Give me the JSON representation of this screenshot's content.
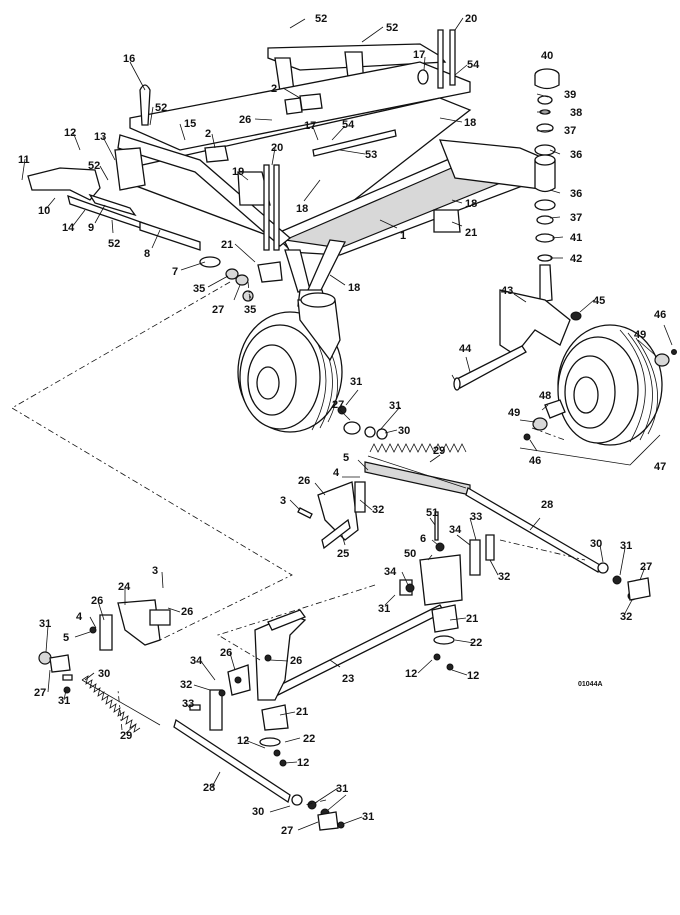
{
  "drawing_code": "01044A",
  "callouts": [
    {
      "id": "c52a",
      "text": "52"
    },
    {
      "id": "c20a",
      "text": "20"
    },
    {
      "id": "c52b",
      "text": "52"
    },
    {
      "id": "c17a",
      "text": "17"
    },
    {
      "id": "c54a",
      "text": "54"
    },
    {
      "id": "c40",
      "text": "40"
    },
    {
      "id": "c16",
      "text": "16"
    },
    {
      "id": "c2a",
      "text": "2"
    },
    {
      "id": "c39",
      "text": "39"
    },
    {
      "id": "c38",
      "text": "38"
    },
    {
      "id": "c52c",
      "text": "52"
    },
    {
      "id": "c15",
      "text": "15"
    },
    {
      "id": "c18a",
      "text": "18"
    },
    {
      "id": "c37a",
      "text": "37"
    },
    {
      "id": "c12a",
      "text": "12"
    },
    {
      "id": "c13",
      "text": "13"
    },
    {
      "id": "c2b",
      "text": "2"
    },
    {
      "id": "c26a",
      "text": "26"
    },
    {
      "id": "c17b",
      "text": "17"
    },
    {
      "id": "c54b",
      "text": "54"
    },
    {
      "id": "c20b",
      "text": "20"
    },
    {
      "id": "c53",
      "text": "53"
    },
    {
      "id": "c36a",
      "text": "36"
    },
    {
      "id": "c11",
      "text": "11"
    },
    {
      "id": "c52d",
      "text": "52"
    },
    {
      "id": "c19",
      "text": "19"
    },
    {
      "id": "c18b",
      "text": "18"
    },
    {
      "id": "c18c",
      "text": "18"
    },
    {
      "id": "c36b",
      "text": "36"
    },
    {
      "id": "c10",
      "text": "10"
    },
    {
      "id": "c1",
      "text": "1"
    },
    {
      "id": "c37b",
      "text": "37"
    },
    {
      "id": "c14",
      "text": "14"
    },
    {
      "id": "c9",
      "text": "9"
    },
    {
      "id": "c21a",
      "text": "21"
    },
    {
      "id": "c41",
      "text": "41"
    },
    {
      "id": "c52e",
      "text": "52"
    },
    {
      "id": "c8",
      "text": "8"
    },
    {
      "id": "c21b",
      "text": "21"
    },
    {
      "id": "c42",
      "text": "42"
    },
    {
      "id": "c7",
      "text": "7"
    },
    {
      "id": "c18d",
      "text": "18"
    },
    {
      "id": "c35a",
      "text": "35"
    },
    {
      "id": "c43",
      "text": "43"
    },
    {
      "id": "c45",
      "text": "45"
    },
    {
      "id": "c27a",
      "text": "27"
    },
    {
      "id": "c35b",
      "text": "35"
    },
    {
      "id": "c46a",
      "text": "46"
    },
    {
      "id": "c49a",
      "text": "49"
    },
    {
      "id": "c44",
      "text": "44"
    },
    {
      "id": "c31a",
      "text": "31"
    },
    {
      "id": "c27b",
      "text": "27"
    },
    {
      "id": "c31b",
      "text": "31"
    },
    {
      "id": "c48",
      "text": "48"
    },
    {
      "id": "c49b",
      "text": "49"
    },
    {
      "id": "c30a",
      "text": "30"
    },
    {
      "id": "c46b",
      "text": "46"
    },
    {
      "id": "c29a",
      "text": "29"
    },
    {
      "id": "c47",
      "text": "47"
    },
    {
      "id": "c5a",
      "text": "5"
    },
    {
      "id": "c4a",
      "text": "4"
    },
    {
      "id": "c26b",
      "text": "26"
    },
    {
      "id": "c3a",
      "text": "3"
    },
    {
      "id": "c32a",
      "text": "32"
    },
    {
      "id": "c28a",
      "text": "28"
    },
    {
      "id": "c25",
      "text": "25"
    },
    {
      "id": "c51",
      "text": "51"
    },
    {
      "id": "c33a",
      "text": "33"
    },
    {
      "id": "c6",
      "text": "6"
    },
    {
      "id": "c34a",
      "text": "34"
    },
    {
      "id": "c30b",
      "text": "30"
    },
    {
      "id": "c50",
      "text": "50"
    },
    {
      "id": "c31c",
      "text": "31"
    },
    {
      "id": "c34b",
      "text": "34"
    },
    {
      "id": "c32b",
      "text": "32"
    },
    {
      "id": "c27c",
      "text": "27"
    },
    {
      "id": "c3b",
      "text": "3"
    },
    {
      "id": "c24",
      "text": "24"
    },
    {
      "id": "c26c",
      "text": "26"
    },
    {
      "id": "c31d",
      "text": "31"
    },
    {
      "id": "c32c",
      "text": "32"
    },
    {
      "id": "c26d",
      "text": "26"
    },
    {
      "id": "c21c",
      "text": "21"
    },
    {
      "id": "c4b",
      "text": "4"
    },
    {
      "id": "c31e",
      "text": "31"
    },
    {
      "id": "c5b",
      "text": "5"
    },
    {
      "id": "c22a",
      "text": "22"
    },
    {
      "id": "c26e",
      "text": "26"
    },
    {
      "id": "c26f",
      "text": "26"
    },
    {
      "id": "c34c",
      "text": "34"
    },
    {
      "id": "c12b",
      "text": "12"
    },
    {
      "id": "c12c",
      "text": "12"
    },
    {
      "id": "c27d",
      "text": "27"
    },
    {
      "id": "c30c",
      "text": "30"
    },
    {
      "id": "c32d",
      "text": "32"
    },
    {
      "id": "c23",
      "text": "23"
    },
    {
      "id": "c31f",
      "text": "31"
    },
    {
      "id": "c33b",
      "text": "33"
    },
    {
      "id": "c21d",
      "text": "21"
    },
    {
      "id": "c29b",
      "text": "29"
    },
    {
      "id": "c12d",
      "text": "12"
    },
    {
      "id": "c22b",
      "text": "22"
    },
    {
      "id": "c12e",
      "text": "12"
    },
    {
      "id": "c28b",
      "text": "28"
    },
    {
      "id": "c31g",
      "text": "31"
    },
    {
      "id": "c30d",
      "text": "30"
    },
    {
      "id": "c31h",
      "text": "31"
    },
    {
      "id": "c27e",
      "text": "27"
    }
  ]
}
